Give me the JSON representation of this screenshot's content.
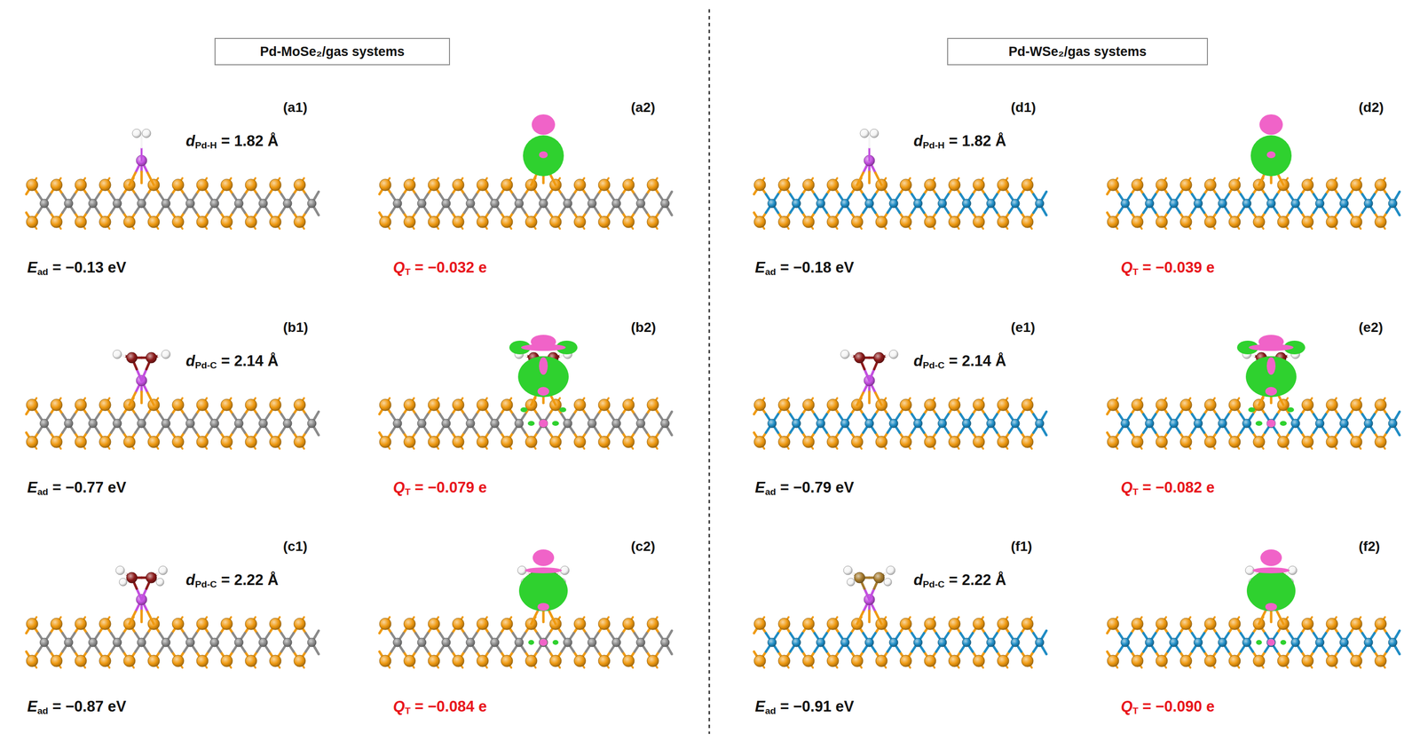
{
  "diagram": {
    "nodes": [
      {
        "text": [
          "Pd-MoSe₂/gas systems"
        ]
      },
      {
        "text": [
          "Pd-WSe₂/gas systems"
        ]
      }
    ],
    "labels": [
      "(a1)",
      "d",
      "Pd-H",
      "= 1.82 Å",
      "E",
      "ad",
      "= −0.13 eV",
      "(a2)",
      "Q",
      "T",
      "= −0.032 e",
      "(b1)",
      "d",
      "Pd-C",
      "= 2.14 Å",
      "E",
      "ad",
      "= −0.77 eV",
      "(b2)",
      "Q",
      "T",
      "= −0.079 e",
      "(c1)",
      "d",
      "Pd-C",
      "= 2.22 Å",
      "E",
      "ad",
      "= −0.87 eV",
      "(c2)",
      "Q",
      "T",
      "= −0.084 e",
      "(d1)",
      "d",
      "Pd-H",
      "= 1.82 Å",
      "E",
      "ad",
      "= −0.18 eV",
      "(d2)",
      "Q",
      "T",
      "= −0.039 e",
      "(e1)",
      "d",
      "Pd-C",
      "= 2.14 Å",
      "E",
      "ad",
      "= −0.79 eV",
      "(e2)",
      "Q",
      "T",
      "= −0.082 e",
      "(f1)",
      "d",
      "Pd-C",
      "= 2.22 Å",
      "E",
      "ad",
      "= −0.91 eV",
      "(f2)",
      "Q",
      "T",
      "= −0.090 e"
    ]
  }
}
